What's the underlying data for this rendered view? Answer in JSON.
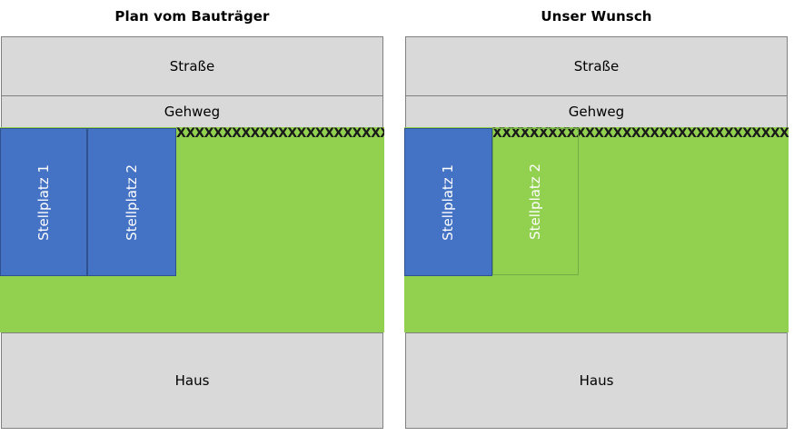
{
  "figure": {
    "title_left": "Plan vom Bauträger",
    "title_right": "Unser Wunsch",
    "hedge_symbol_row": "XXXXXXXXXXXXXXXXXXXXXXXXXXXXXXXXXXXXXXXXXXXXXXXXXXXXXXXXXXXXXXXXXXXXXX",
    "colors": {
      "parking_fill": "#4472c4",
      "parking_border": "#2f528f",
      "garden_fill": "#92d050",
      "outline_bay_border": "#70ad47",
      "band_fill": "#d9d9d9",
      "band_border": "#808080",
      "text_dark": "#000000",
      "text_light": "#ffffff",
      "background": "#ffffff"
    }
  },
  "plans": [
    {
      "id": "plan-bautraeger",
      "title": "Plan vom Bauträger",
      "bands": {
        "street": "Straße",
        "sidewalk": "Gehweg",
        "house": "Haus"
      },
      "bays": [
        {
          "label": "Stellplatz 1",
          "style": "filled"
        },
        {
          "label": "Stellplatz 2",
          "style": "filled"
        }
      ]
    },
    {
      "id": "plan-wunsch",
      "title": "Unser Wunsch",
      "bands": {
        "street": "Straße",
        "sidewalk": "Gehweg",
        "house": "Haus"
      },
      "bays": [
        {
          "label": "Stellplatz 1",
          "style": "filled"
        },
        {
          "label": "Stellplatz 2",
          "style": "outline"
        }
      ]
    }
  ]
}
